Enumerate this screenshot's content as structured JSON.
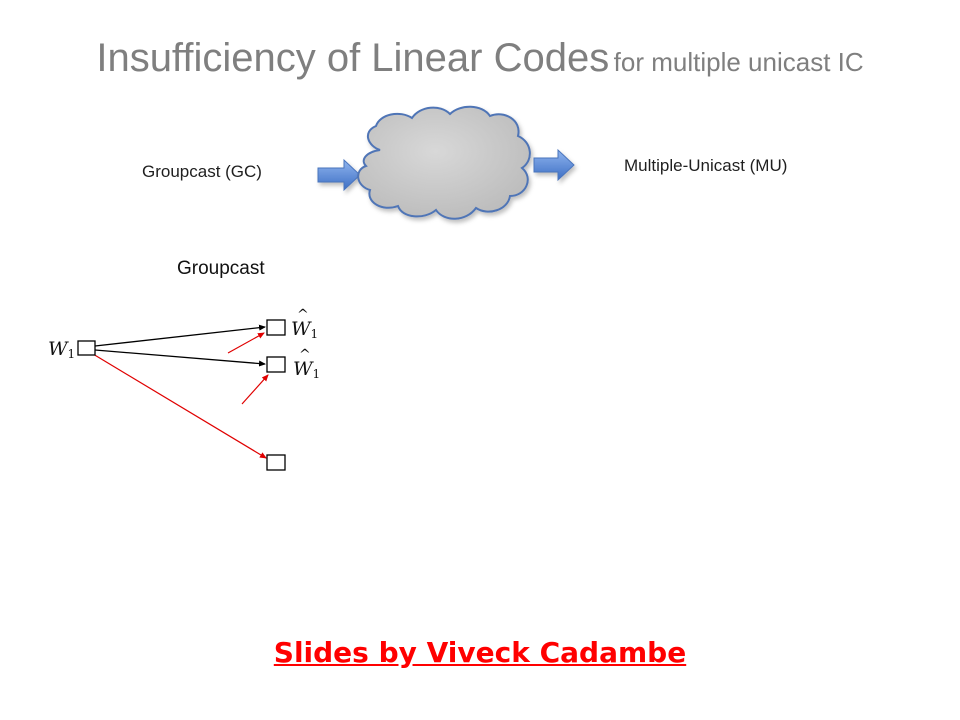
{
  "slide": {
    "title_main": "Insufficiency of Linear Codes",
    "title_sub": "for multiple unicast IC",
    "flow": {
      "left_label": "Groupcast (GC)",
      "right_label": "Multiple-Unicast (MU)"
    },
    "section_label": "Groupcast",
    "network": {
      "source_symbol": "W",
      "source_subscript": "1",
      "output_1_symbol": "W",
      "output_1_subscript": "1",
      "output_2_symbol": "W",
      "output_2_subscript": "1",
      "hat": "^"
    },
    "credit": "Slides by Viveck Cadambe",
    "colors": {
      "title": "#7f7f7f",
      "arrow_fill": "#5b8bd6",
      "cloud_fill": "#c9c9c9",
      "cloud_stroke": "#4f74b6",
      "edge_black": "#000000",
      "edge_red": "#e00000",
      "credit": "#ff0000"
    }
  }
}
